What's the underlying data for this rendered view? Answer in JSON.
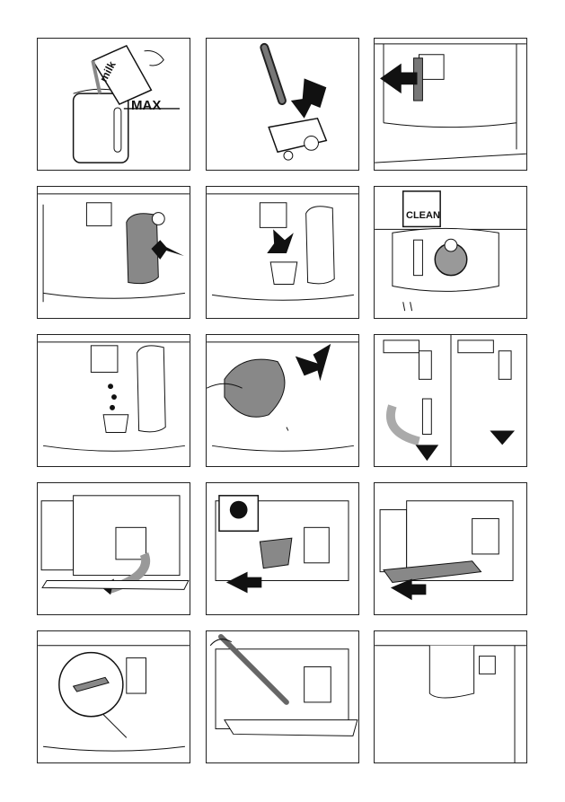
{
  "labels": {
    "max": "MAX",
    "milk": "milk",
    "clean": "CLEAN"
  },
  "panels": [
    {
      "name": "fill-milk-container"
    },
    {
      "name": "insert-tube-into-cap"
    },
    {
      "name": "remove-milk-tube"
    },
    {
      "name": "attach-milk-container"
    },
    {
      "name": "place-glass-under-spout"
    },
    {
      "name": "set-knob-clean"
    },
    {
      "name": "dispense-into-glass"
    },
    {
      "name": "wipe-spout-with-cloth"
    },
    {
      "name": "disassemble-spout-parts"
    },
    {
      "name": "open-front-door"
    },
    {
      "name": "remove-drip-tray-container"
    },
    {
      "name": "pull-out-drip-tray"
    },
    {
      "name": "clean-inner-slot"
    },
    {
      "name": "brush-inside-unit"
    },
    {
      "name": "reassembled-machine"
    }
  ]
}
